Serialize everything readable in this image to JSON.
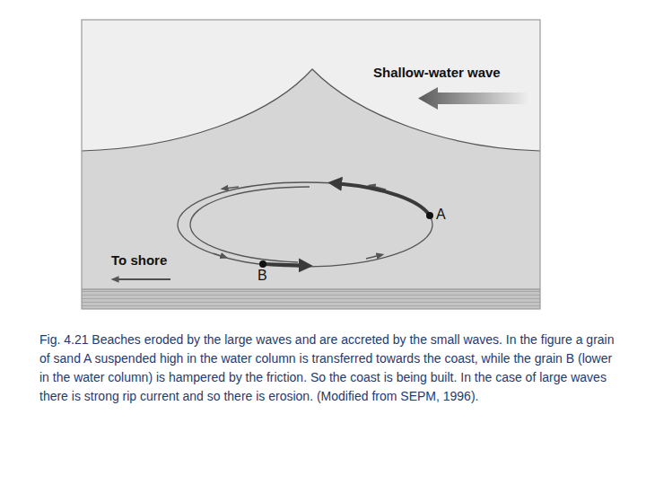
{
  "diagram": {
    "caption": "Fig. 4.21 Beaches eroded by the large waves and are accreted by the small waves. In the figure a grain of sand A suspended high in the water column is transferred towards the coast, while the grain B (lower in the water column) is hampered by the friction. So the coast is being built. In the case of large waves there is strong rip current and so there is erosion. (Modified from SEPM, 1996).",
    "labels": [
      "Shallow-water wave",
      "A",
      "B",
      "To shore"
    ]
  }
}
